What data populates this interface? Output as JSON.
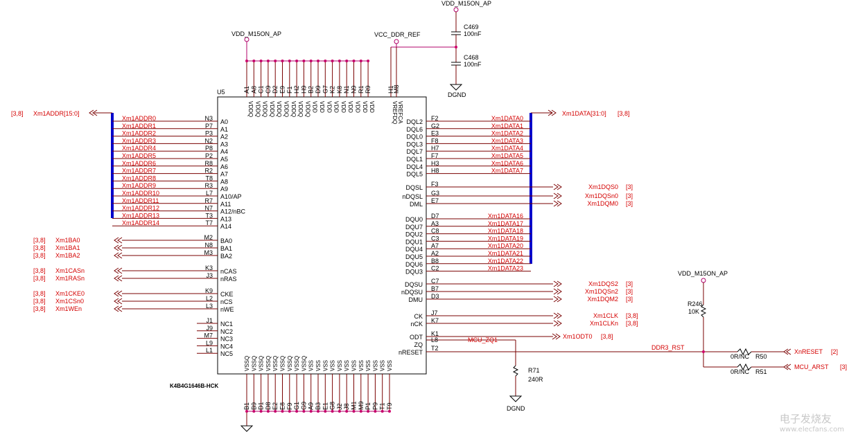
{
  "part": {
    "ref": "U5",
    "value": "K4B4G1646B-HCK"
  },
  "power": {
    "vdd_top": "VDD_M15ON_AP",
    "vdd_cap": "VDD_M15ON_AP",
    "vref": "VCC_DDR_REF",
    "vdd_reset": "VDD_M15ON_AP",
    "gnd_caps": "DGND",
    "gnd_zq": "DGND"
  },
  "top_pins": [
    "A1",
    "A8",
    "C1",
    "C9",
    "D2",
    "E9",
    "F1",
    "H2",
    "H9",
    "B2",
    "D9",
    "G7",
    "K2",
    "K8",
    "N1",
    "N9",
    "R1",
    "R9"
  ],
  "top_names": [
    "VDDQ",
    "VDDQ",
    "VDDQ",
    "VDDQ",
    "VDDQ",
    "VDDQ",
    "VDDQ",
    "VDDQ",
    "VDDQ",
    "VDD",
    "VDD",
    "VDD",
    "VDD",
    "VDD",
    "VDD",
    "VDD",
    "VDD",
    "VDD"
  ],
  "vref_pins": [
    "H1",
    "M8"
  ],
  "vref_names": [
    "VREFDQ",
    "VREFCA"
  ],
  "bottom_pins": [
    "B1",
    "B9",
    "D1",
    "D8",
    "E2",
    "E8",
    "F9",
    "G1",
    "G9",
    "A9",
    "B3",
    "E1",
    "G8",
    "J2",
    "J8",
    "M1",
    "M9",
    "P1",
    "P9",
    "T1",
    "T9"
  ],
  "bottom_names": [
    "VSSQ",
    "VSSQ",
    "VSSQ",
    "VSSQ",
    "VSSQ",
    "VSSQ",
    "VSSQ",
    "VSSQ",
    "VSSQ",
    "VSS",
    "VSS",
    "VSS",
    "VSS",
    "VSS",
    "VSS",
    "VSS",
    "VSS",
    "VSS",
    "VSS",
    "VSS",
    "VSS"
  ],
  "addr_bus": {
    "label": "Xm1ADDR[15:0]",
    "ref": "[3,8]"
  },
  "addr_pins": [
    {
      "pin": "N3",
      "name": "A0",
      "net": "Xm1ADDR0"
    },
    {
      "pin": "P7",
      "name": "A1",
      "net": "Xm1ADDR1"
    },
    {
      "pin": "P3",
      "name": "A2",
      "net": "Xm1ADDR2"
    },
    {
      "pin": "N2",
      "name": "A3",
      "net": "Xm1ADDR3"
    },
    {
      "pin": "P8",
      "name": "A4",
      "net": "Xm1ADDR4"
    },
    {
      "pin": "P2",
      "name": "A5",
      "net": "Xm1ADDR5"
    },
    {
      "pin": "R8",
      "name": "A6",
      "net": "Xm1ADDR6"
    },
    {
      "pin": "R2",
      "name": "A7",
      "net": "Xm1ADDR7"
    },
    {
      "pin": "T8",
      "name": "A8",
      "net": "Xm1ADDR8"
    },
    {
      "pin": "R3",
      "name": "A9",
      "net": "Xm1ADDR9"
    },
    {
      "pin": "L7",
      "name": "A10/AP",
      "net": "Xm1ADDR10"
    },
    {
      "pin": "R7",
      "name": "A11",
      "net": "Xm1ADDR11"
    },
    {
      "pin": "N7",
      "name": "A12/nBC",
      "net": "Xm1ADDR12"
    },
    {
      "pin": "T3",
      "name": "A13",
      "net": "Xm1ADDR13"
    },
    {
      "pin": "T7",
      "name": "A14",
      "net": "Xm1ADDR14"
    }
  ],
  "left_ctrl": [
    {
      "pin": "M2",
      "name": "BA0",
      "net": "Xm1BA0",
      "ref": "[3,8]"
    },
    {
      "pin": "N8",
      "name": "BA1",
      "net": "Xm1BA1",
      "ref": "[3,8]"
    },
    {
      "pin": "M3",
      "name": "BA2",
      "net": "Xm1BA2",
      "ref": "[3,8]"
    },
    {
      "pin": "K3",
      "name": "nCAS",
      "net": "Xm1CASn",
      "ref": "[3,8]"
    },
    {
      "pin": "J3",
      "name": "nRAS",
      "net": "Xm1RASn",
      "ref": "[3,8]"
    },
    {
      "pin": "K9",
      "name": "CKE",
      "net": "Xm1CKE0",
      "ref": "[3,8]"
    },
    {
      "pin": "L2",
      "name": "nCS",
      "net": "Xm1CSn0",
      "ref": "[3,8]"
    },
    {
      "pin": "L3",
      "name": "nWE",
      "net": "Xm1WEn",
      "ref": "[3,8]"
    }
  ],
  "nc_pins": [
    {
      "pin": "J1",
      "name": "NC1"
    },
    {
      "pin": "J9",
      "name": "NC2"
    },
    {
      "pin": "M7",
      "name": "NC3"
    },
    {
      "pin": "L9",
      "name": "NC4"
    },
    {
      "pin": "L1",
      "name": "NC5"
    }
  ],
  "data_bus": {
    "label": "Xm1DATA[31:0]",
    "ref": "[3,8]"
  },
  "dql_pins": [
    {
      "pin": "F2",
      "name": "DQL2",
      "net": "Xm1DATA0"
    },
    {
      "pin": "G2",
      "name": "DQL6",
      "net": "Xm1DATA1"
    },
    {
      "pin": "E3",
      "name": "DQL0",
      "net": "Xm1DATA2"
    },
    {
      "pin": "F8",
      "name": "DQL3",
      "net": "Xm1DATA3"
    },
    {
      "pin": "H7",
      "name": "DQL7",
      "net": "Xm1DATA4"
    },
    {
      "pin": "F7",
      "name": "DQL1",
      "net": "Xm1DATA5"
    },
    {
      "pin": "H3",
      "name": "DQL4",
      "net": "Xm1DATA6"
    },
    {
      "pin": "H8",
      "name": "DQL5",
      "net": "Xm1DATA7"
    }
  ],
  "dsl_pins": [
    {
      "pin": "F3",
      "name": "DQSL",
      "net": "Xm1DQS0",
      "ref": "[3]"
    },
    {
      "pin": "G3",
      "name": "nDQSL",
      "net": "Xm1DQSn0",
      "ref": "[3]"
    },
    {
      "pin": "E7",
      "name": "DML",
      "net": "Xm1DQM0",
      "ref": "[3]"
    }
  ],
  "dqu_pins": [
    {
      "pin": "D7",
      "name": "DQU0",
      "net": "Xm1DATA16"
    },
    {
      "pin": "A3",
      "name": "DQU7",
      "net": "Xm1DATA17"
    },
    {
      "pin": "C8",
      "name": "DQU2",
      "net": "Xm1DATA18"
    },
    {
      "pin": "C3",
      "name": "DQU1",
      "net": "Xm1DATA19"
    },
    {
      "pin": "A7",
      "name": "DQU4",
      "net": "Xm1DATA20"
    },
    {
      "pin": "A2",
      "name": "DQU5",
      "net": "Xm1DATA21"
    },
    {
      "pin": "B8",
      "name": "DQU6",
      "net": "Xm1DATA22"
    },
    {
      "pin": "C2",
      "name": "DQU3",
      "net": "Xm1DATA23"
    }
  ],
  "dsu_pins": [
    {
      "pin": "C7",
      "name": "DQSU",
      "net": "Xm1DQS2",
      "ref": "[3]"
    },
    {
      "pin": "B7",
      "name": "nDQSU",
      "net": "Xm1DQSn2",
      "ref": "[3]"
    },
    {
      "pin": "D3",
      "name": "DMU",
      "net": "Xm1DQM2",
      "ref": "[3]"
    }
  ],
  "ck_pins": [
    {
      "pin": "J7",
      "name": "CK",
      "net": "Xm1CLK",
      "ref": "[3,8]"
    },
    {
      "pin": "K7",
      "name": "nCK",
      "net": "Xm1CLKn",
      "ref": "[3,8]"
    }
  ],
  "odt_pin": {
    "pin": "K1",
    "name": "ODT",
    "net": "Xm1ODT0",
    "ref": "[3,8]"
  },
  "zq_pin": {
    "pin": "L8",
    "name": "ZQ",
    "net": "MCU_ZQ1"
  },
  "reset_pin": {
    "pin": "T2",
    "name": "nRESET",
    "net": "DDR3_RST"
  },
  "caps": [
    {
      "ref": "C469",
      "value": "100nF"
    },
    {
      "ref": "C468",
      "value": "100nF"
    }
  ],
  "r71": {
    "ref": "R71",
    "value": "240R"
  },
  "r246": {
    "ref": "R246",
    "value": "10K"
  },
  "r50": {
    "ref": "R50",
    "value": "0R/NC",
    "net": "XnRESET",
    "ref2": "[2]"
  },
  "r51": {
    "ref": "R51",
    "value": "0R/NC",
    "net": "MCU_ARST",
    "ref2": "[3]"
  },
  "watermark": {
    "text": "电子发烧友",
    "url": "www.elecfans.com"
  }
}
